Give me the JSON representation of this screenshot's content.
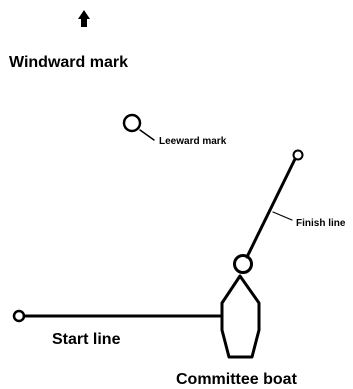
{
  "labels": {
    "windward_mark": "Windward mark",
    "leeward_mark": "Leeward mark",
    "finish_line": "Finish line",
    "start_line": "Start line",
    "committee_boat": "Committee boat"
  },
  "icons": {
    "wind_direction": "up-arrow-icon"
  },
  "colors": {
    "ink": "#000000",
    "background": "#ffffff"
  }
}
